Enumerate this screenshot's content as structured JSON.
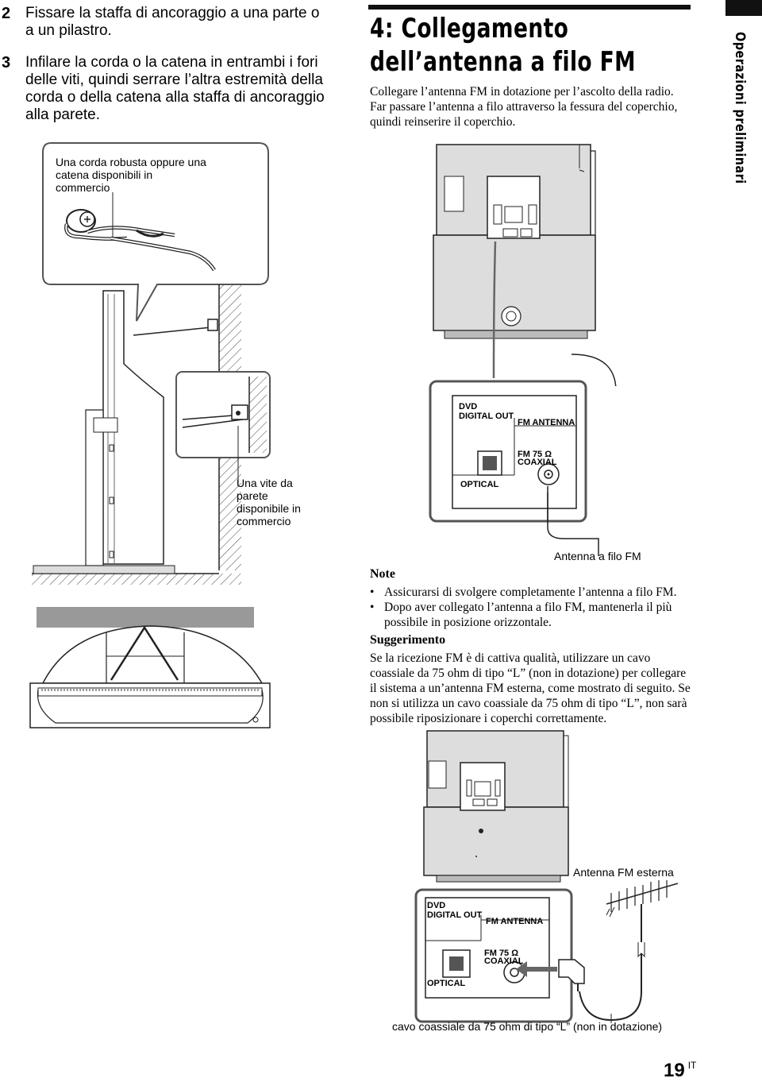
{
  "steps": [
    {
      "number": "2",
      "text": "Fissare la staffa di ancoraggio a una parte o a un pilastro."
    },
    {
      "number": "3",
      "text": "Infilare la corda o la catena in entrambi i fori delle viti, quindi serrare l’altra estremità della corda o della catena alla staffa di ancoraggio alla parete."
    }
  ],
  "callouts": {
    "rope": "Una corda robusta oppure una catena disponibili in commercio",
    "screw": "Una vite da parete disponibile in commercio"
  },
  "section": {
    "title_line1": "4: Collegamento",
    "title_line2": "dell’antenna a filo FM",
    "intro": "Collegare l’antenna FM in dotazione per l’ascolto della radio. Far passare l’antenna a filo attraverso la fessura del coperchio, quindi reinserire il coperchio."
  },
  "side_tab": "Operazioni preliminari",
  "panel": {
    "dvd": "DVD",
    "digital_out": "DIGITAL OUT",
    "fm_antenna": "FM ANTENNA",
    "fm75": "FM 75",
    "ohm": "Ω",
    "coaxial": "COAXIAL",
    "optical": "OPTICAL"
  },
  "labels": {
    "wire_antenna": "Antenna a filo FM",
    "external_antenna": "Antenna FM esterna",
    "coax_cable": "cavo coassiale da 75 ohm di tipo “L” (non in dotazione)"
  },
  "note": {
    "heading": "Note",
    "bullet_symbol": "•",
    "items": [
      "Assicurarsi di svolgere completamente l’antenna a filo FM.",
      "Dopo aver collegato l’antenna a filo FM, mantenerla il più possibile in posizione orizzontale."
    ]
  },
  "tip": {
    "heading": "Suggerimento",
    "text": "Se la ricezione FM è di cattiva qualità, utilizzare un cavo coassiale da 75 ohm di tipo “L” (non in dotazione) per collegare il sistema a un’antenna FM esterna, come mostrato di seguito. Se non si utilizza un cavo coassiale da 75 ohm di tipo “L”, non sarà possibile riposizionare i coperchi correttamente."
  },
  "page": {
    "number": "19",
    "lang": "IT"
  }
}
